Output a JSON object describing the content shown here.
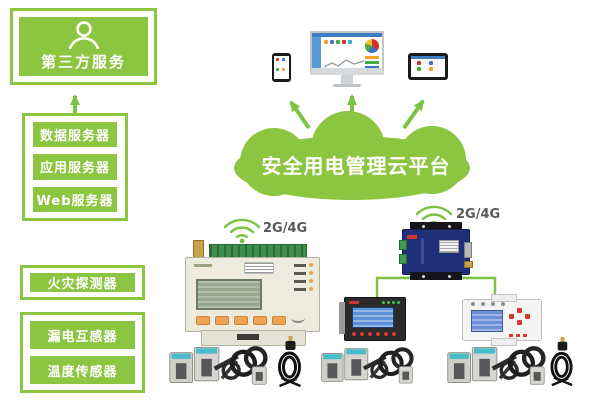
{
  "third_party": {
    "label": "第三方服务",
    "icon": "person-icon"
  },
  "servers": {
    "items": [
      {
        "label": "数据服务器"
      },
      {
        "label": "应用服务器"
      },
      {
        "label": "Web服务器"
      }
    ]
  },
  "detectors": {
    "fire": {
      "label": "火灾探测器"
    },
    "sensors": [
      {
        "label": "漏电互感器"
      },
      {
        "label": "温度传感器"
      }
    ]
  },
  "cloud": {
    "label": "安全用电管理云平台"
  },
  "wireless": {
    "left_label": "2G/4G",
    "right_label": "2G/4G",
    "icon": "wifi-icon"
  },
  "icons": {
    "top_devices": [
      "smartphone",
      "desktop-monitor-dashboard",
      "tablet"
    ],
    "field_devices": [
      "gateway-energy-meter",
      "dtu-gateway",
      "panel-fire-monitor",
      "din-rail-meter"
    ],
    "accessories": [
      "ct-clamp-set",
      "antenna-cable"
    ]
  },
  "colors": {
    "green": "#8CC540",
    "line_green": "#7CC243",
    "text_on_green": "#FFFFFF",
    "wireless_label": "#58595B",
    "dtu_blue": "#203078",
    "lcd_blue": "#5C8FD6"
  }
}
